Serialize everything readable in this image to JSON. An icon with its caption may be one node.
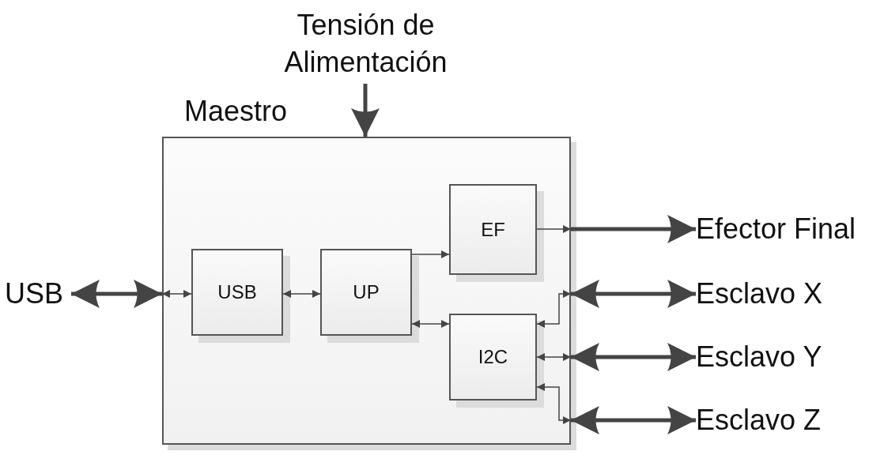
{
  "diagram": {
    "nodes": [
      {
        "text": [
          "Maestro"
        ]
      },
      {
        "text": [
          "USB"
        ],
        "in": 0
      },
      {
        "text": [
          "UP"
        ],
        "in": 0
      },
      {
        "text": [
          "EF"
        ],
        "in": 0
      },
      {
        "text": [
          "I2C"
        ],
        "in": 0
      },
      {
        "text": [
          "USB"
        ]
      },
      {
        "text": [
          "Tensión de Alimentación"
        ]
      },
      {
        "text": [
          "Efector Final"
        ]
      },
      {
        "text": [
          "Esclavo X"
        ]
      },
      {
        "text": [
          "Esclavo Y"
        ]
      },
      {
        "text": [
          "Esclavo Z"
        ]
      }
    ],
    "edges": [
      {
        "from": 5,
        "to": 0,
        "arrow": "both",
        "style": "thick"
      },
      {
        "from": 0,
        "to": 1,
        "arrow": "both"
      },
      {
        "from": 1,
        "to": 2,
        "arrow": "both"
      },
      {
        "from": 2,
        "to": 3,
        "arrow": "to"
      },
      {
        "from": 2,
        "to": 4,
        "arrow": "both"
      },
      {
        "from": 6,
        "to": 0,
        "arrow": "to",
        "style": "thick"
      },
      {
        "from": 3,
        "to": 0,
        "arrow": "to"
      },
      {
        "from": 0,
        "to": 7,
        "arrow": "to",
        "style": "thick"
      },
      {
        "from": 4,
        "to": 0,
        "arrow": "both"
      },
      {
        "from": 4,
        "to": 0,
        "arrow": "both"
      },
      {
        "from": 4,
        "to": 0,
        "arrow": "both"
      },
      {
        "from": 0,
        "to": 8,
        "arrow": "both",
        "style": "thick"
      },
      {
        "from": 0,
        "to": 9,
        "arrow": "both",
        "style": "thick"
      },
      {
        "from": 0,
        "to": 10,
        "arrow": "both",
        "style": "thick"
      }
    ]
  }
}
